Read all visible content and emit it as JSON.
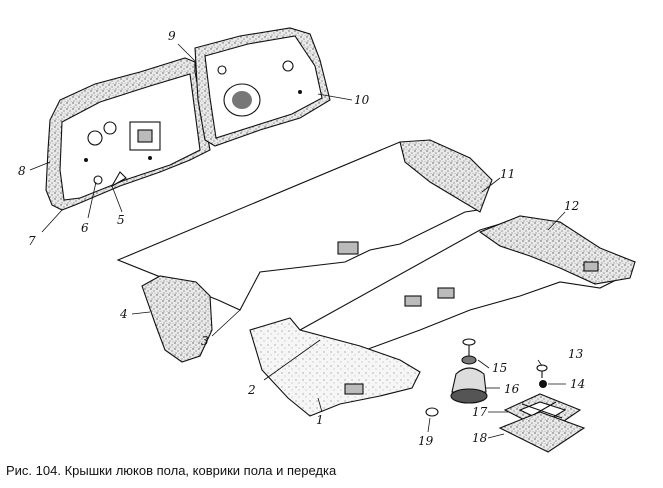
{
  "caption": "Рис. 104. Крышки люков пола, коврики пола и  передка",
  "callouts": [
    "1",
    "2",
    "3",
    "4",
    "5",
    "6",
    "7",
    "8",
    "9",
    "10",
    "11",
    "12",
    "13",
    "14",
    "15",
    "16",
    "17",
    "18",
    "19"
  ],
  "colors": {
    "line": "#111111",
    "paper": "#ffffff",
    "speckle": "#555555"
  }
}
